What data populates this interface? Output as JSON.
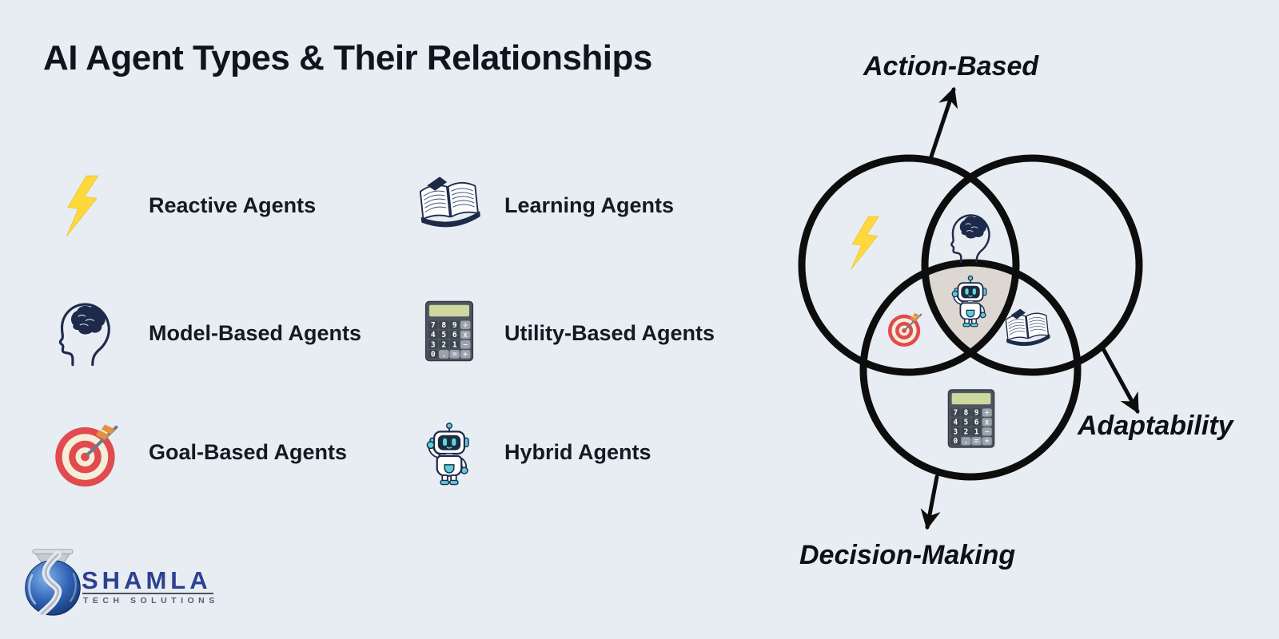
{
  "title": "AI Agent Types & Their Relationships",
  "legend": {
    "items": [
      {
        "id": "reactive",
        "label": "Reactive Agents",
        "icon": "lightning-icon"
      },
      {
        "id": "learning",
        "label": "Learning Agents",
        "icon": "open-book-icon"
      },
      {
        "id": "model_based",
        "label": "Model-Based Agents",
        "icon": "head-brain-icon"
      },
      {
        "id": "utility_based",
        "label": "Utility-Based Agents",
        "icon": "calculator-icon"
      },
      {
        "id": "goal_based",
        "label": "Goal-Based Agents",
        "icon": "target-icon"
      },
      {
        "id": "hybrid",
        "label": "Hybrid Agents",
        "icon": "robot-icon"
      }
    ]
  },
  "venn": {
    "axis_labels": {
      "top": "Action-Based",
      "right": "Adaptability",
      "bottom": "Decision-Making"
    },
    "regions": {
      "action_circle": "lightning-icon",
      "action_adaptability_overlap": "head-brain-icon",
      "center_all_three": "robot-icon",
      "action_decision_overlap": "target-icon",
      "adaptability_decision_overlap": "open-book-icon",
      "decision_circle": "calculator-icon"
    },
    "style": {
      "circle_stroke": "#0d0d0d",
      "center_fill": "#dcd8d1"
    }
  },
  "icons": {
    "calculator": {
      "keys": [
        [
          "7",
          "8",
          "9",
          "÷"
        ],
        [
          "4",
          "5",
          "6",
          "x"
        ],
        [
          "3",
          "2",
          "1",
          "−"
        ],
        [
          "0",
          ".",
          "=",
          "+"
        ]
      ]
    }
  },
  "logo": {
    "name": "SHAMLA",
    "tagline": "TECH SOLUTIONS"
  },
  "colors": {
    "background": "#e7edf2",
    "text": "#10151d",
    "yellow": "#ffd93b",
    "navy": "#1e2a4a",
    "red": "#e14a4e",
    "cream": "#f4eed8",
    "teal": "#59ced6",
    "orange": "#e2913f",
    "logo_blue": "#2d4092"
  }
}
